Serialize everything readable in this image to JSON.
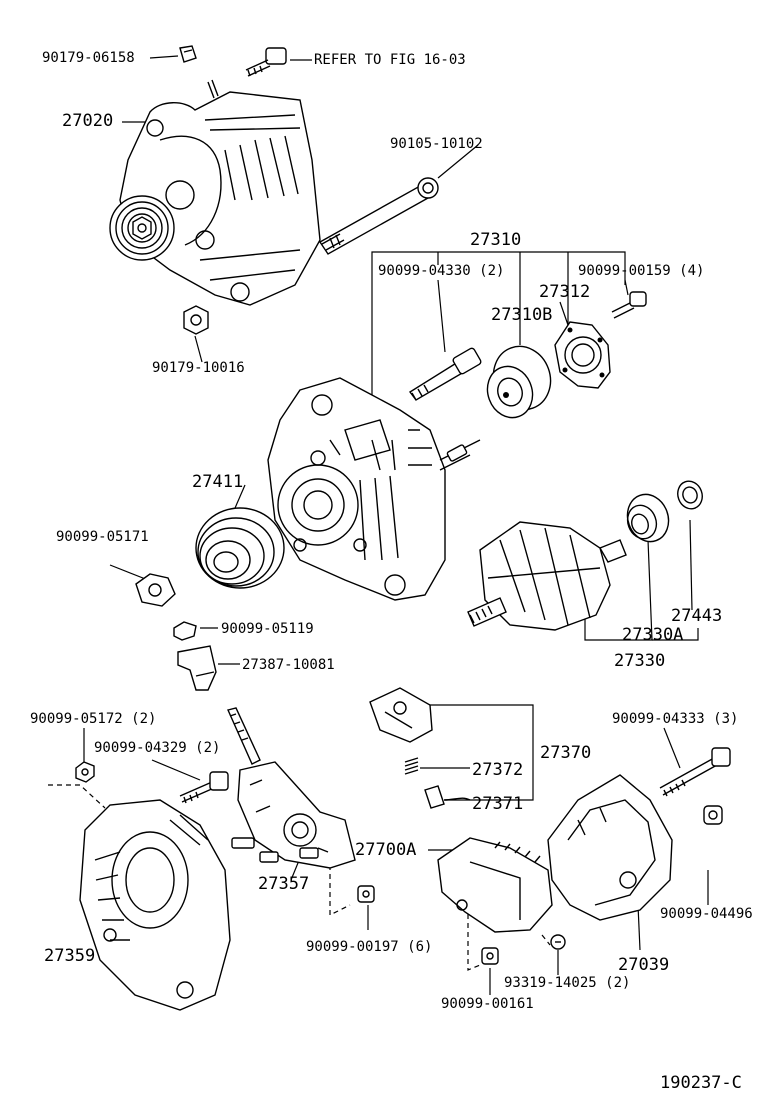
{
  "labels": {
    "l_90179_06158": "90179-06158",
    "l_refer": "REFER TO FIG 16-03",
    "l_27020": "27020",
    "l_90105_10102": "90105-10102",
    "l_27310": "27310",
    "l_90099_04330": "90099-04330 (2)",
    "l_90099_00159": "90099-00159 (4)",
    "l_27312": "27312",
    "l_27310B": "27310B",
    "l_90179_10016": "90179-10016",
    "l_27411": "27411",
    "l_90099_05171": "90099-05171",
    "l_27443": "27443",
    "l_27330A": "27330A",
    "l_27330": "27330",
    "l_90099_05119": "90099-05119",
    "l_27387_10081": "27387-10081",
    "l_90099_05172": "90099-05172 (2)",
    "l_90099_04329": "90099-04329 (2)",
    "l_27370": "27370",
    "l_27372": "27372",
    "l_27371": "27371",
    "l_90099_04333": "90099-04333 (3)",
    "l_27700A": "27700A",
    "l_27357": "27357",
    "l_90099_04496": "90099-04496",
    "l_27359": "27359",
    "l_90099_00197": "90099-00197 (6)",
    "l_93319_14025": "93319-14025 (2)",
    "l_27039": "27039",
    "l_90099_00161": "90099-00161",
    "l_figure_code": "190237-C"
  }
}
